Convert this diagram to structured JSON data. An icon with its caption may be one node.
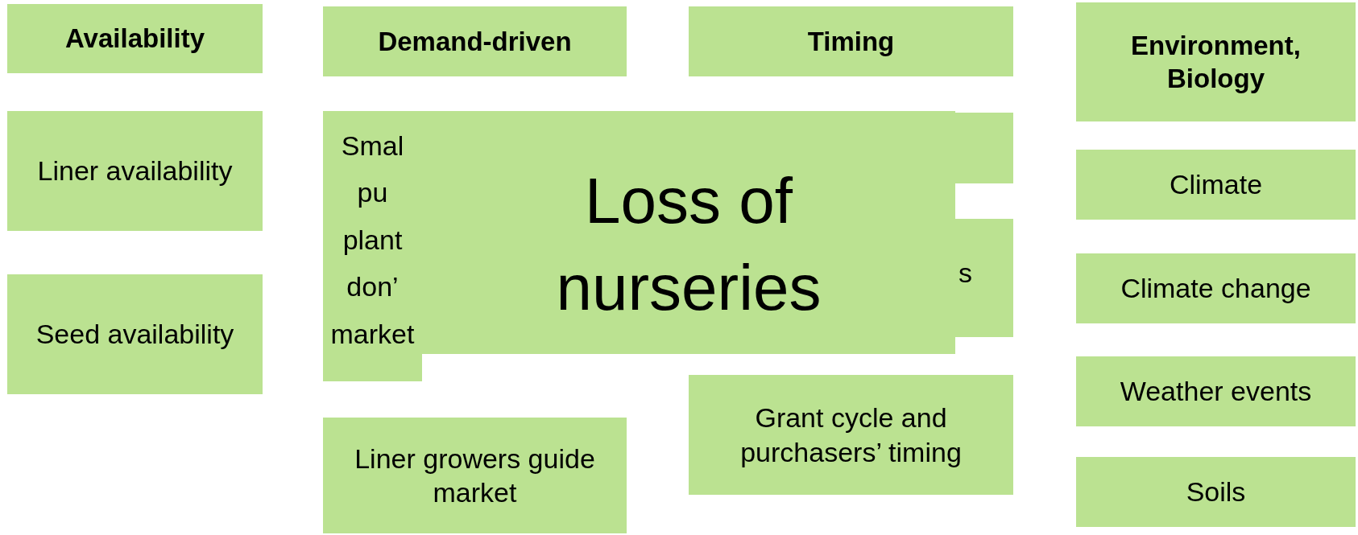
{
  "diagram": {
    "nodes": [
      {
        "text": [
          "Availability"
        ]
      },
      {
        "text": [
          "Liner availability"
        ]
      },
      {
        "text": [
          "Seed availability"
        ]
      },
      {
        "text": [
          "Demand-driven"
        ]
      },
      {
        "text": [
          "Smal pu plant don’ market"
        ]
      },
      {
        "text": [
          "Liner growers guide market"
        ]
      },
      {
        "text": [
          "Timing"
        ]
      },
      {
        "text": [],
        "shape": "box"
      },
      {
        "text": [
          "s"
        ]
      },
      {
        "text": [
          "Grant cycle and purchasers’ timing"
        ]
      },
      {
        "text": [
          "Environment, Biology"
        ]
      },
      {
        "text": [
          "Climate"
        ]
      },
      {
        "text": [
          "Climate change"
        ]
      },
      {
        "text": [
          "Weather events"
        ]
      },
      {
        "text": [
          "Soils"
        ]
      },
      {
        "text": [
          "Loss of nurseries"
        ]
      }
    ]
  }
}
